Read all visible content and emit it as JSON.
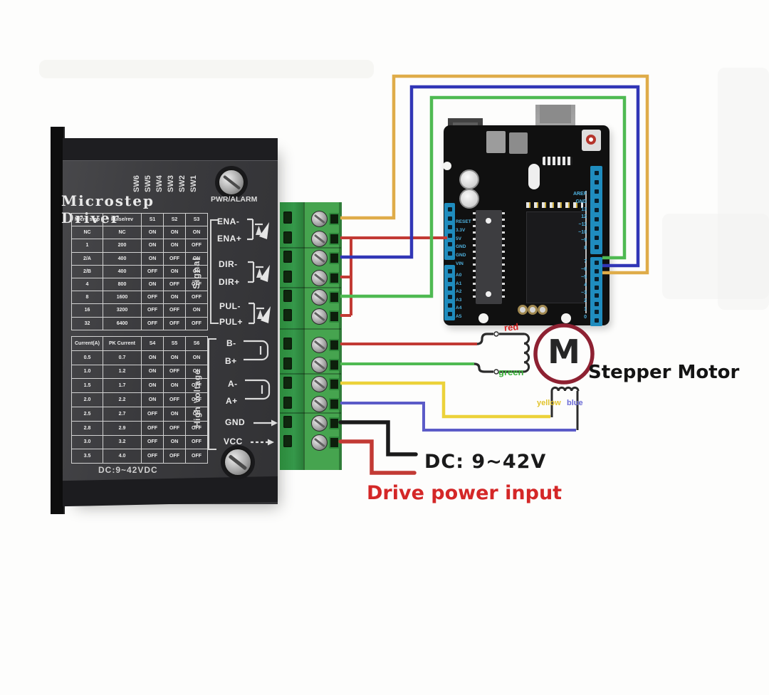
{
  "driver": {
    "title": "Microstep Driver",
    "pwr_alarm_label": "PWR/ALARM",
    "dc_rating": "DC:9~42VDC",
    "sw_labels": [
      "SW6",
      "SW5",
      "SW4",
      "SW3",
      "SW2",
      "SW1"
    ],
    "signal_group_label": "Signal",
    "high_voltage_group_label": "High Voltage",
    "pins": [
      "ENA-",
      "ENA+",
      "DIR-",
      "DIR+",
      "PUL-",
      "PUL+",
      "B-",
      "B+",
      "A-",
      "A+",
      "GND",
      "VCC"
    ],
    "microstep_table": {
      "headers": [
        "Micro step",
        "Pulse/rev",
        "S1",
        "S2",
        "S3"
      ],
      "rows": [
        [
          "NC",
          "NC",
          "ON",
          "ON",
          "ON"
        ],
        [
          "1",
          "200",
          "ON",
          "ON",
          "OFF"
        ],
        [
          "2/A",
          "400",
          "ON",
          "OFF",
          "ON"
        ],
        [
          "2/B",
          "400",
          "OFF",
          "ON",
          "ON"
        ],
        [
          "4",
          "800",
          "ON",
          "OFF",
          "OFF"
        ],
        [
          "8",
          "1600",
          "OFF",
          "ON",
          "OFF"
        ],
        [
          "16",
          "3200",
          "OFF",
          "OFF",
          "ON"
        ],
        [
          "32",
          "6400",
          "OFF",
          "OFF",
          "OFF"
        ]
      ]
    },
    "current_table": {
      "headers": [
        "Current(A)",
        "PK Current",
        "S4",
        "S5",
        "S6"
      ],
      "rows": [
        [
          "0.5",
          "0.7",
          "ON",
          "ON",
          "ON"
        ],
        [
          "1.0",
          "1.2",
          "ON",
          "OFF",
          "ON"
        ],
        [
          "1.5",
          "1.7",
          "ON",
          "ON",
          "OFF"
        ],
        [
          "2.0",
          "2.2",
          "ON",
          "OFF",
          "OFF"
        ],
        [
          "2.5",
          "2.7",
          "OFF",
          "ON",
          "ON"
        ],
        [
          "2.8",
          "2.9",
          "OFF",
          "OFF",
          "OFF"
        ],
        [
          "3.0",
          "3.2",
          "OFF",
          "ON",
          "OFF"
        ],
        [
          "3.5",
          "4.0",
          "OFF",
          "OFF",
          "OFF"
        ]
      ]
    }
  },
  "arduino": {
    "left_pins": [
      "RESET",
      "3.3V",
      "5V",
      "GND",
      "GND",
      "VIN"
    ],
    "analog_pins": [
      "A0",
      "A1",
      "A2",
      "A3",
      "A4",
      "A5"
    ],
    "right_pins_top": [
      "AREF",
      "GND",
      "13",
      "12",
      "~11",
      "~10",
      "~9",
      "8"
    ],
    "right_pins_bottom": [
      "7",
      "~6",
      "~5",
      "4",
      "~3",
      "2",
      "1",
      "0"
    ]
  },
  "motor": {
    "symbol": "M",
    "label": "Stepper Motor",
    "wire_labels": {
      "red": "red",
      "green": "green",
      "yellow": "yellow",
      "blue": "blue"
    }
  },
  "power": {
    "dc_label": "DC:  9~42V",
    "caption": "Drive power input"
  },
  "colors": {
    "red": "#c23a34",
    "orange": "#dfac49",
    "blue": "#3136b6",
    "green": "#4fba52",
    "yellow": "#ecd23a",
    "motorblue": "#5b5bc8",
    "black": "#1b1b1b",
    "maroon": "#8e2132",
    "labelred": "#d42727"
  }
}
